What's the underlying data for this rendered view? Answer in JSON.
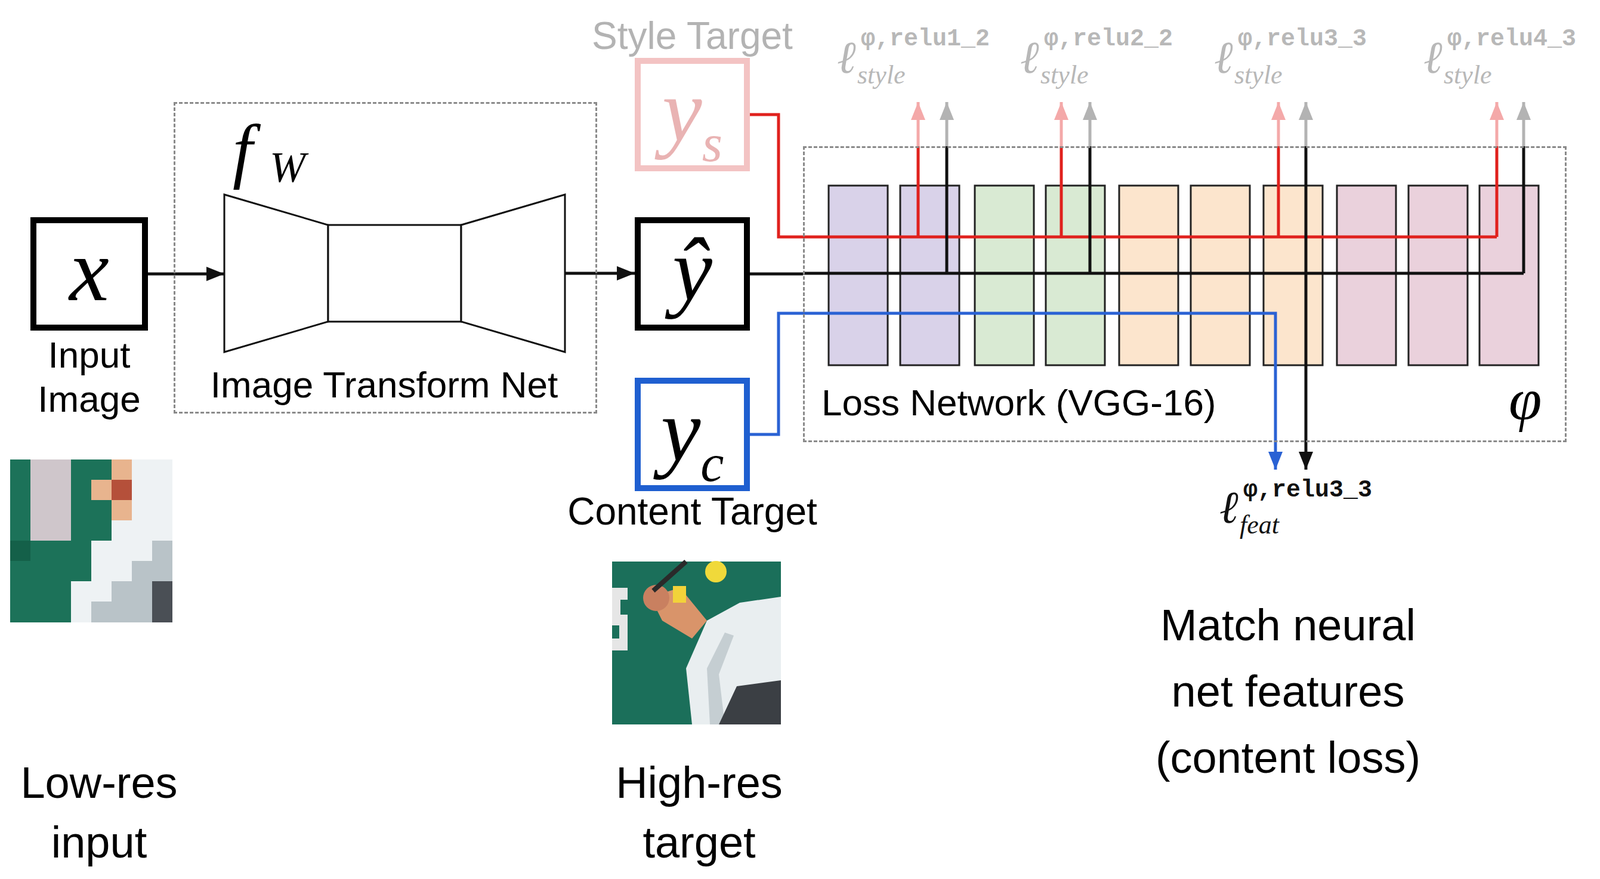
{
  "diagram": {
    "nodes": [
      {
        "text": [
          "x",
          "Input Image"
        ]
      },
      {
        "text": [
          "f",
          "W",
          "Image Transform Net"
        ]
      },
      {
        "text": [
          "Style Target",
          "y",
          "s"
        ]
      },
      {
        "text": [
          "ŷ"
        ]
      },
      {
        "text": [
          "y",
          "c",
          "Content Target"
        ]
      },
      {
        "text": [
          "Loss Network (VGG-16)",
          "φ"
        ]
      }
    ],
    "edges": [
      {
        "from": 0,
        "to": 1,
        "arrow": "to"
      },
      {
        "from": 1,
        "to": 3,
        "arrow": "to"
      },
      {
        "from": 2,
        "to": 5,
        "arrow": "none"
      },
      {
        "from": 3,
        "to": 5,
        "arrow": "none"
      },
      {
        "from": 4,
        "to": 5,
        "arrow": "none"
      }
    ],
    "labels": [
      "ℓ",
      "φ,relu1_2",
      "style",
      "ℓ",
      "φ,relu2_2",
      "style",
      "ℓ",
      "φ,relu3_3",
      "style",
      "ℓ",
      "φ,relu4_3",
      "style",
      "ℓ",
      "φ,relu3_3",
      "feat",
      "Match neural net features (content loss)",
      "Low-res input",
      "High-res target"
    ]
  }
}
